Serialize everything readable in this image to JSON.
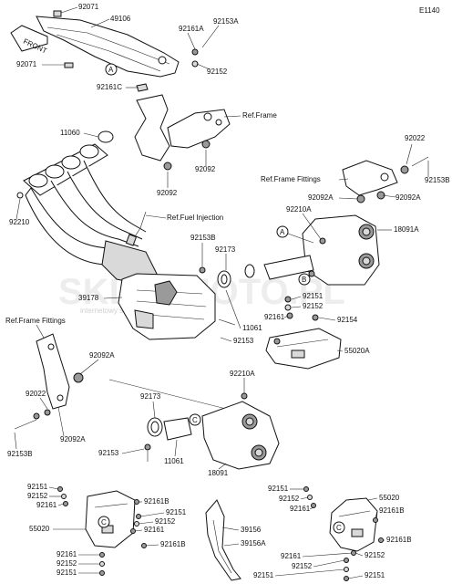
{
  "page_code": "E1140",
  "front_label": "FRONT",
  "watermark": {
    "main": "SKLEPMOTO.PL",
    "sub": "internetowy sklep motocyklowy"
  },
  "refs": {
    "frame_top": "Ref.Frame",
    "frame_fittings_right": "Ref.Frame Fittings",
    "fuel_injection": "Ref.Fuel Injection",
    "frame_fittings_left": "Ref.Frame Fittings"
  },
  "callout_letters": {
    "a1": "A",
    "a2": "A",
    "b1": "B",
    "c1": "C",
    "c2": "C",
    "c3": "C"
  },
  "labels": {
    "p92071a": "92071",
    "p49106": "49106",
    "p92153a": "92153A",
    "p92161a": "92161A",
    "p92071b": "92071",
    "p92152a": "92152",
    "p92161c": "92161C",
    "p11060": "11060",
    "p92092a": "92092",
    "p92092b": "92092",
    "p92022a": "92022",
    "p92153b_a": "92153B",
    "p92092a_a": "92092A",
    "p92092a_b": "92092A",
    "p92210a_a": "92210A",
    "p18091a": "18091A",
    "p92210": "92210",
    "p92153b_b": "92153B",
    "p92173a": "92173",
    "p39178": "39178",
    "p92151a": "92151",
    "p92152b": "92152",
    "p11061a": "11061",
    "p92161b": "92161",
    "p92153c": "92153",
    "p92154": "92154",
    "p55020a": "55020A",
    "p92092a_c": "92092A",
    "p92210a_b": "92210A",
    "p92022b": "92022",
    "p92092a_d": "92092A",
    "p92153b_c": "92153B",
    "p92173b": "92173",
    "p92153d": "92153",
    "p11061b": "11061",
    "p18091": "18091",
    "l92151a": "92151",
    "l92152a": "92152",
    "l92161a": "92161",
    "l92161b": "92161B",
    "l92151b": "92151",
    "l92152b": "92152",
    "l55020": "55020",
    "l92161c": "92161",
    "l92161b2": "92161B",
    "l92161d": "92161",
    "l92152c": "92152",
    "l92151c": "92151",
    "r92151a": "92151",
    "r92152a": "92152",
    "r92161a": "92161",
    "r55020": "55020",
    "r92161b": "92161B",
    "r39156": "39156",
    "r39156a": "39156A",
    "r92161b2": "92161B",
    "r92161c": "92161",
    "r92152b": "92152",
    "r92151b": "92151",
    "r92152c": "92152",
    "r92151c": "92151"
  }
}
